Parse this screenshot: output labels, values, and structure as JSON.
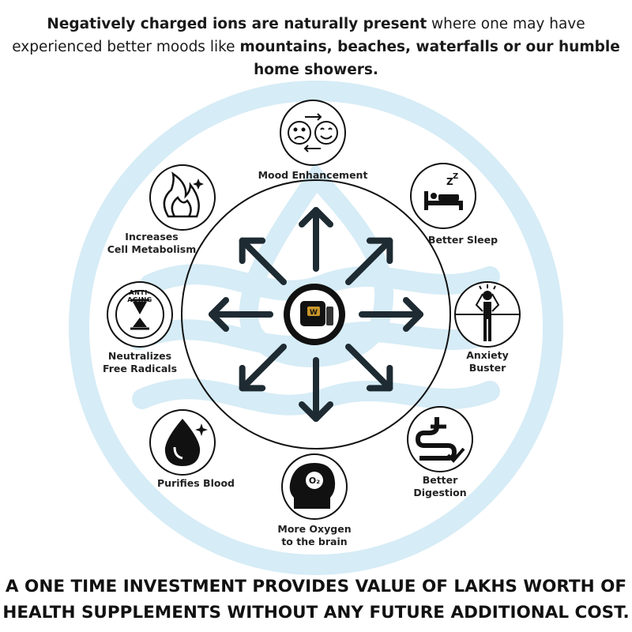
{
  "header": {
    "bold1": "Negatively charged ions are naturally present",
    "normal1": " where one may have experienced better moods like ",
    "bold2": "mountains, beaches, waterfalls or our humble home showers."
  },
  "center_icon": "ionizer-device-icon",
  "benefits": [
    {
      "id": "mood",
      "icon": "mood-swap-icon",
      "line1": "Mood Enhancement",
      "line2": ""
    },
    {
      "id": "sleep",
      "icon": "sleep-bed-icon",
      "line1": "Better Sleep",
      "line2": ""
    },
    {
      "id": "anxiety",
      "icon": "stressed-person-icon",
      "line1": "Anxiety",
      "line2": "Buster"
    },
    {
      "id": "digestion",
      "icon": "stomach-check-icon",
      "line1": "Better",
      "line2": "Digestion"
    },
    {
      "id": "oxygen",
      "icon": "head-brain-icon",
      "line1": "More Oxygen",
      "line2": "to the brain"
    },
    {
      "id": "blood",
      "icon": "blood-drop-icon",
      "line1": "Purifies Blood",
      "line2": ""
    },
    {
      "id": "radicals",
      "icon": "anti-aging-hourglass-icon",
      "badge": "ANTI-AGING",
      "line1": "Neutralizes",
      "line2": "Free Radicals"
    },
    {
      "id": "metabolism",
      "icon": "flame-icon",
      "line1": "Increases",
      "line2": "Cell Metabolism"
    }
  ],
  "footer": {
    "line1": "A ONE TIME INVESTMENT PROVIDES VALUE OF LAKHS WORTH OF",
    "line2": "HEALTH SUPPLEMENTS WITHOUT ANY FUTURE ADDITIONAL COST."
  },
  "colors": {
    "watermark": "#d6ecf6",
    "arrow": "#1e2b33",
    "ink": "#111111"
  }
}
